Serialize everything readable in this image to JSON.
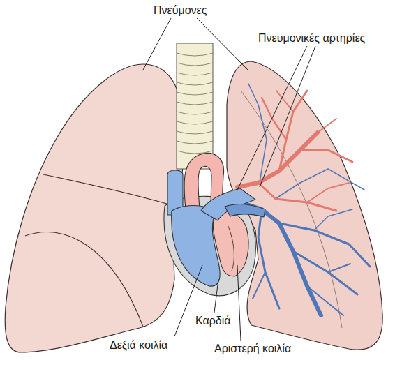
{
  "diagram": {
    "labels": [
      "Πνεύμονες",
      "Πνευμονικές αρτηρίες",
      "Καρδιά",
      "Δεξιά κοιλία",
      "Αριστερή κοιλία"
    ]
  }
}
